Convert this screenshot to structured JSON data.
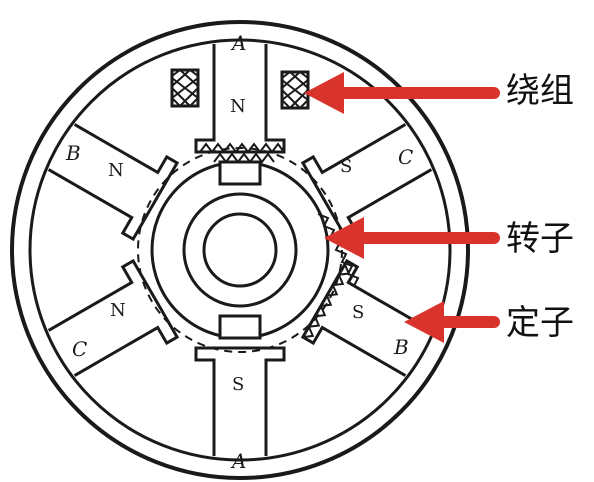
{
  "callouts": {
    "winding": "绕组",
    "rotor": "转子",
    "stator": "定子"
  },
  "phase_labels": {
    "a_top": "A",
    "a_bottom": "A",
    "b_left": "B",
    "b_right": "B",
    "c_left": "C",
    "c_right": "C"
  },
  "pole_labels": {
    "top": "N",
    "upper_left": "N",
    "lower_left": "N",
    "upper_right": "S",
    "lower_right": "S",
    "bottom": "S"
  },
  "colors": {
    "line": "#1a1a1a",
    "arrow": "#d9342b",
    "background": "#ffffff"
  }
}
